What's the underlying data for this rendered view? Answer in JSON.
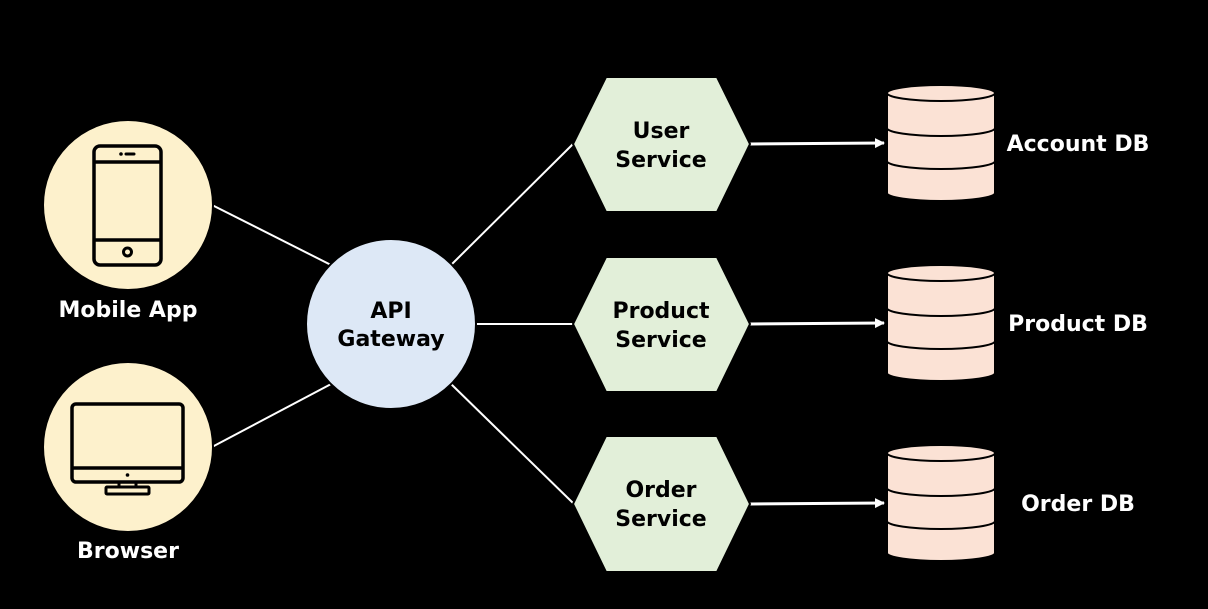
{
  "colors": {
    "background": "#000000",
    "client_fill": "#fdf1cc",
    "gateway_fill": "#dde8f6",
    "service_fill": "#e2efd9",
    "db_fill": "#fbe2d5",
    "stroke": "#000000",
    "connector": "#ffffff",
    "label": "#ffffff",
    "node_text": "#000000"
  },
  "clients": [
    {
      "label": "Mobile App",
      "icon": "smartphone-icon"
    },
    {
      "label": "Browser",
      "icon": "desktop-monitor-icon"
    }
  ],
  "gateway": {
    "line1": "API",
    "line2": "Gateway"
  },
  "services": [
    {
      "line1": "User",
      "line2": "Service",
      "db": "Account DB"
    },
    {
      "line1": "Product",
      "line2": "Service",
      "db": "Product DB"
    },
    {
      "line1": "Order",
      "line2": "Service",
      "db": "Order DB"
    }
  ]
}
